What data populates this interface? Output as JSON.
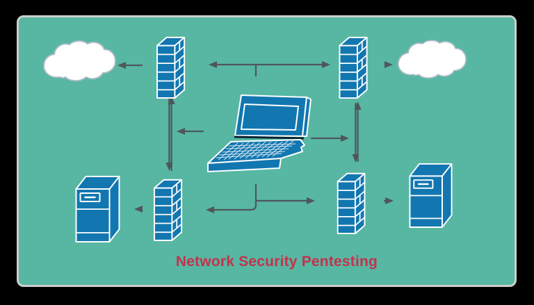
{
  "title": {
    "text": "Network Security Pentesting"
  },
  "colors": {
    "page_bg": "#000000",
    "panel_bg": "#57b7a3",
    "panel_border": "#cbcfcd",
    "shape_fill": "#1277b0",
    "shape_stroke": "#ffffff",
    "connector": "#4f5659",
    "cloud_fill": "#ffffff",
    "cloud_stroke": "#a9bac4",
    "title_color": "#c2334d",
    "hinge": "#0a2230"
  },
  "diagram": {
    "nodes": [
      {
        "name": "internet-cloud-left",
        "icon": "cloud-icon"
      },
      {
        "name": "internet-cloud-right",
        "icon": "cloud-icon"
      },
      {
        "name": "firewall-top-left",
        "icon": "firewall-brick-wall-icon"
      },
      {
        "name": "firewall-top-right",
        "icon": "firewall-brick-wall-icon"
      },
      {
        "name": "firewall-bottom-left",
        "icon": "firewall-brick-wall-icon"
      },
      {
        "name": "firewall-bottom-right",
        "icon": "firewall-brick-wall-icon"
      },
      {
        "name": "pentest-laptop",
        "icon": "laptop-icon"
      },
      {
        "name": "server-left",
        "icon": "server-tower-icon"
      },
      {
        "name": "server-right",
        "icon": "server-tower-icon"
      }
    ],
    "edges": [
      {
        "from": "firewall-top-left",
        "to": "internet-cloud-left",
        "style": "arrow"
      },
      {
        "between": [
          "firewall-top-left",
          "firewall-top-right"
        ],
        "style": "double-headed-arrow-with-down-stub"
      },
      {
        "from": "firewall-top-right",
        "to": "internet-cloud-right",
        "style": "arrow"
      },
      {
        "between": [
          "firewall-top-left",
          "firewall-bottom-left"
        ],
        "style": "parallel-lines-arrows-both-ends"
      },
      {
        "from": "pentest-laptop",
        "to": "left-firewall-link",
        "style": "arrow"
      },
      {
        "between": [
          "firewall-top-right",
          "firewall-bottom-right"
        ],
        "style": "parallel-lines-arrows-both-ends"
      },
      {
        "from": "pentest-laptop",
        "to": "right-firewall-link",
        "style": "arrow"
      },
      {
        "from": "pentest-laptop",
        "to": "firewall-bottom-left",
        "style": "elbow-arrow"
      },
      {
        "from": "pentest-laptop",
        "to": "firewall-bottom-right",
        "style": "elbow-arrow"
      },
      {
        "from": "firewall-bottom-left",
        "to": "server-left",
        "style": "arrow"
      },
      {
        "from": "firewall-bottom-right",
        "to": "server-right",
        "style": "arrow"
      }
    ]
  }
}
